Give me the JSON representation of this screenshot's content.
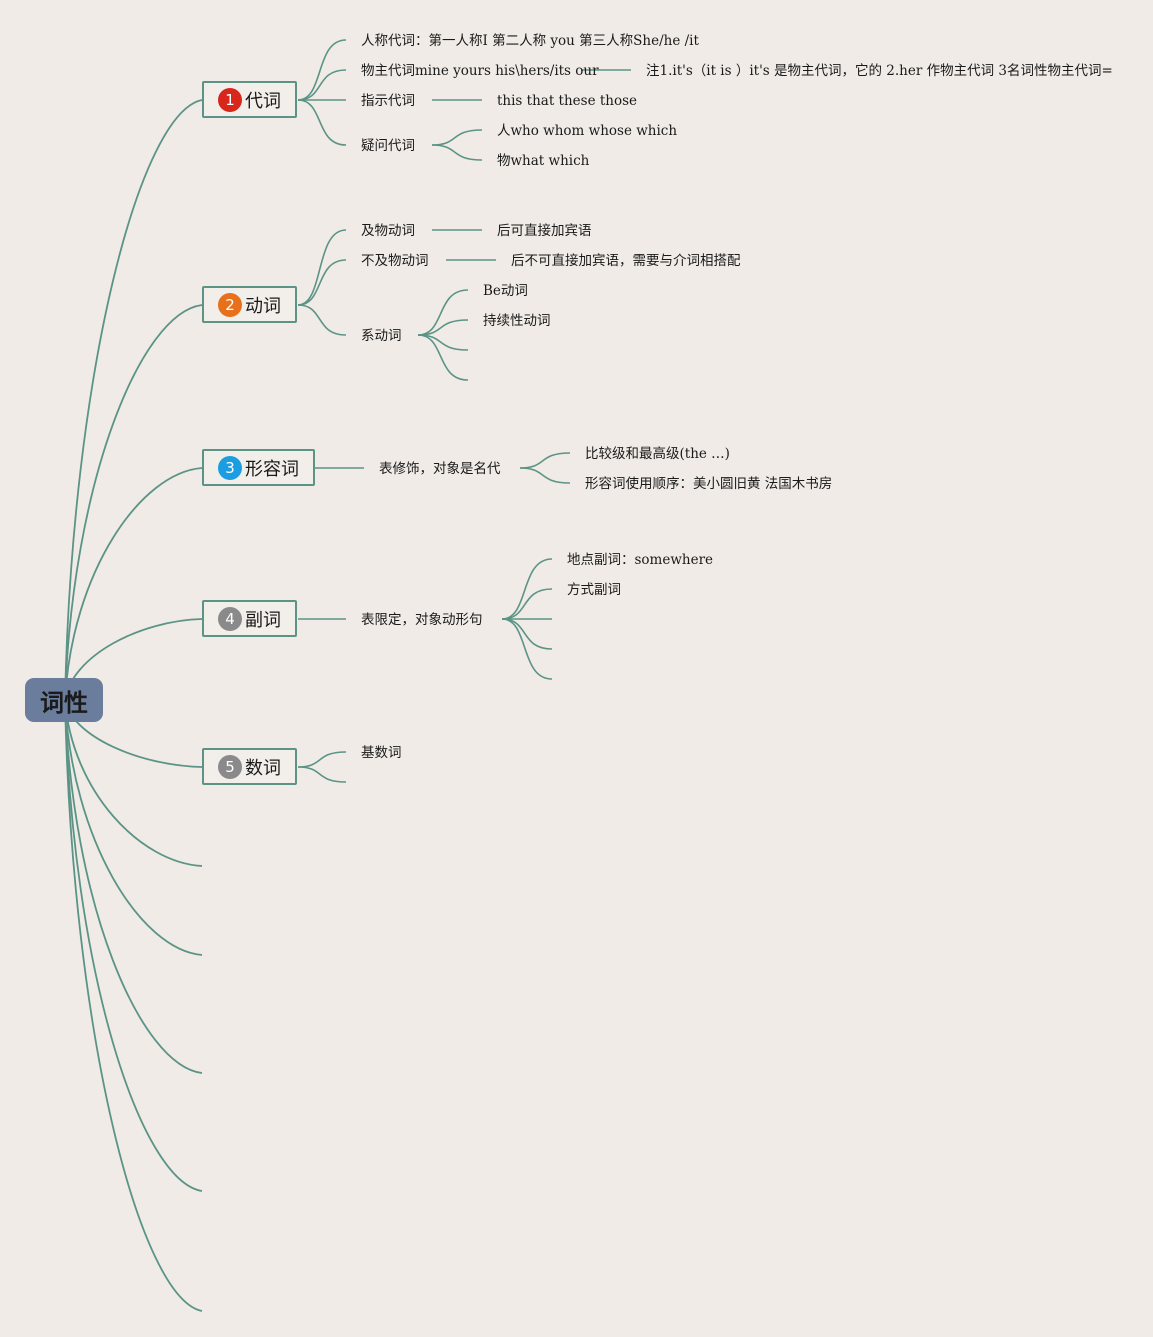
{
  "root": "词性",
  "colors": {
    "line": "#5b9487",
    "background": "#f0ebe6",
    "root_fill": "#6a7d9d"
  },
  "categories": [
    {
      "num": "1",
      "label": "代词",
      "badge_color": "#d7261c"
    },
    {
      "num": "2",
      "label": "动词",
      "badge_color": "#e8701a"
    },
    {
      "num": "3",
      "label": "形容词",
      "badge_color": "#1b9de2"
    },
    {
      "num": "4",
      "label": "副词",
      "badge_color": "#8a8a8a"
    },
    {
      "num": "5",
      "label": "数词",
      "badge_color": "#8a8a8a"
    }
  ],
  "pronoun": {
    "personal": "人称代词：第一人称I 第二人称 you 第三人称She/he /it",
    "possessive": "物主代词mine yours his\\hers/its our",
    "possessive_note": "注1.it's（it is ）it's 是物主代词，它的 2.her 作物主代词 3名词性物主代词=",
    "demonstrative": "指示代词",
    "demonstrative_words": "this that these those",
    "interrogative": "疑问代词",
    "interrogative_person": "人who whom whose which",
    "interrogative_thing": "物what which"
  },
  "verb": {
    "transitive": "及物动词",
    "transitive_note": "后可直接加宾语",
    "intransitive": "不及物动词",
    "intransitive_note": "后不可直接加宾语，需要与介词相搭配",
    "linking": "系动词",
    "linking_be": "Be动词",
    "linking_continuous": "持续性动词"
  },
  "adjective": {
    "function": "表修饰，对象是名代",
    "comparison": "比较级和最高级(the …)",
    "order": "形容词使用顺序：美小圆旧黄 法国木书房"
  },
  "adverb": {
    "function": "表限定，对象动形句",
    "place": "地点副词：somewhere",
    "manner": "方式副词"
  },
  "numeral": {
    "cardinal": "基数词"
  }
}
